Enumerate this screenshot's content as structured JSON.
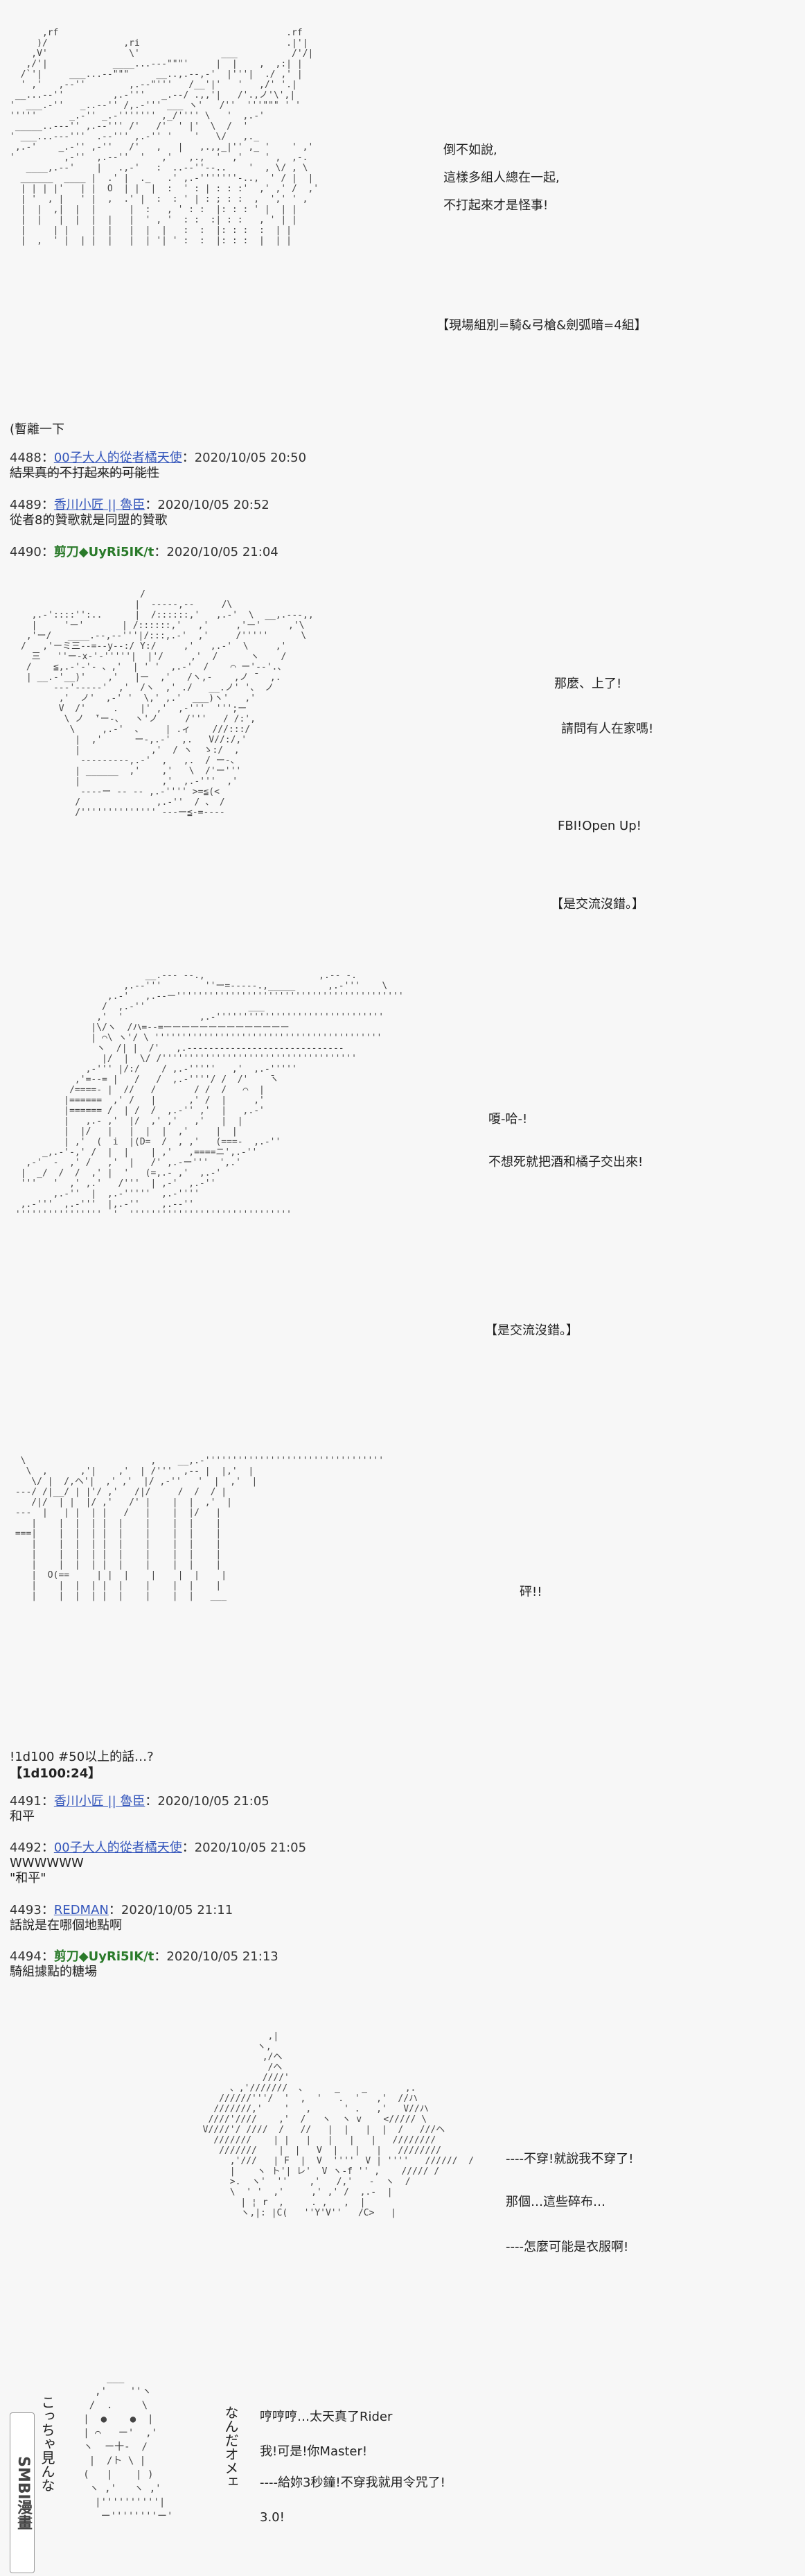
{
  "scene1": {
    "aa": "      ,rf                                          .rf\n     )/              ,ri                           .|'|  \n    ,V'               \\'               ___          /'/|  \n   ,/'|            ____...---\"\"\"'     |  |    ,  ,:| |\n  /`'|     ___...--\"\"\"     __..,.--,-'  |'''|  ./ ,' |  \n  ' ,'   ,--''        ,.--\"'''   /__'|'   '   ,/' '.|  \n __...--''         ,.-'''   _.--/ .,,'|   /'.,ノ'\\',|  \n'  ___.-''   _..--'' /,.-''' ___ ヽ'   /''  '''\"\"\" ' '\n'''''      _.-'' _.-''''''' ,_/'''' \\   '  ,.-'\n _____..---'' ,.--''' /'   /'  ' |'  \\  /  '\n' ___...---'''  .--''' ,.-'' '    '   \\/   ,._\n ,.-'    _.-'' ,-''   /'   ,   |   ,.,,_|'' ,_ '    ' ,'\n'         ,-''  ,.--''  '   ,'   ,.,  '  ,'    ' ,  ,-.\n   ____,.--'    |   .,-'   :  ..--''--..    '  , \\/ , \\  \n  ______  ____ |  .' |  ._   .' ,.-'''''''-..,  ' / |  |\n  | | | |'   | |  O  | |  |  :  ' : | : : :'  ,' ,' /  ,'\n  | '  , |   ' |  ,  .' |  :  : ' | : ; : :  ,  ',' ' ,  \n  |  |  ,|  |  |      |  :   , ' : :  |: : : ' |  | |  \n  |  |   |  |  |  |   |  ' , '  : :  :| : :   , ' | |\n  |     | |    |  |   |  |  |   :  :  |: : :  :  | |\n  |  ,  ' |  | |  |   |  | '| ' :  :  |: : :  |  | |",
    "lines": [
      "倒不如說,",
      "這樣多組人總在一起,",
      "不打起來才是怪事!"
    ],
    "tag": "【現場組別=騎&弓槍&劍弧暗=4組】"
  },
  "note1": "(暫離一下",
  "posts": [
    {
      "num": "4488",
      "name": "00子大人的從者橘天使",
      "kind": "blue",
      "date": "2020/10/05 20:50",
      "body": "結果真的不打起來的可能性",
      "strike": true
    },
    {
      "num": "4489",
      "name": "香川小匠 || 魯臣",
      "kind": "blue",
      "date": "2020/10/05 20:52",
      "body": "從者8的贊歌就是同盟的贊歌",
      "strike": false
    },
    {
      "num": "4490",
      "name": "剪刀◆UyRi5IK/t",
      "kind": "green",
      "date": "2020/10/05 21:04",
      "body": "",
      "strike": false
    }
  ],
  "scene2": {
    "aa": "                      /\n                     |  -----,--     /\\\n  ,.-'::::'':..      |  /::::::,'   ,.-'  \\  __,.---,,\n  |     'ー'       | /::::::,'   ,'     ,'ー'     ,'\\\n ,'ー/   ____.--,--'''|/:::,.-'  ,'     /'''''      \\  \n/   ,'ーミ三--=--y--:/ Y:/     ,'   ,.-'  \\     ,'\n  三   ''ー-x-'-'''''|  |'/     ,'  /      ヽ    /\n /    ≦,.-'-'- 、,'  | ' '  ,.-'  /    ⌒ ー'--'.、\n | __.-'__)'    ,'   |ー  ,'   /ヽ,-    ,ノ ̄   ,.\n      ---'-----'  ,'  /ヽ  ,' ./   __.ノ' '、 ノ\n       ,'  ノ'  ,-' '  \\,' ,.'  ___)ヽ'   ,'\n       V  /'     .    |' ,'  ,-'''  ''';ー\n        \\ ノ  ̄'ー-、  ヽ'ノ     /'''   / /:',\n         \\     ,.-'  、    | .ィ    ///:::/\n          |  ,'      ー-,.-'  ,.   V//:/,'\n          |             ,'  / ヽ  ゝ:/  ,\n           ---------,.-'  ,   ,.  / ー-、\n          | ______  ,'    ,'   \\  /'ー'''\n          |               ,'  ,.-'''  ,'\n           ----ー -- -- ,.-'''' >=≦(<\n          /              ,.-''  / 、 /\n          /'''''''''''''' ---ー≦-=----",
    "lines": [
      "那麼、上了!",
      "請問有人在家嗎!",
      "",
      "FBI!Open Up!"
    ],
    "tag": "【是交流沒錯。】"
  },
  "scene3": {
    "aa": "                         __.--- --.,                     ,.-- -.\n                     ,.--'''        ''ー=-----.,_____      ,.-'''    \\\n                  ,.-'   ,.--ー''''''''''''''''''''''''''''''''''''''''''\n                 /  ,.-''                   ___           \n                ,'  '              ,.-'''''''''''''''''''''''''''''''\n               |\\/ヽ  /ハ=--=ーーーーーーーーーーーーーー\n               | ⌒\\ ヽ'/ \\ ''''''''''''''''''''''''''''''''''''''''''\n                ヽ  /| |  /'   ,.-----------------------------\n                 |/  |  \\/ /''''''''''''''''''''''''''''''''''''\n              ,-''' |/:/    / ,.-'''''   ,'  ,.-'''''\n            ,'=--= |   /   /  ,.-''''/ /  /'    ̄ヽ\n           /====- |  //   /       / /  /   ⌒  |\n          |======  ,' /   |      ,' /  |     ,'\n          |====== /  | /  /  ,.-'' ,'  |   ,.-'\n          |   ,.- ,'  |/  ,' ,'   ,'   |  |\n          |  |/   |   |  |  |  ,'     |  |\n          | ,'  (  i  |(D=  /  , ,'   (===-  ,.-''\n      _,.-'-,' /  |  |    | ,'   ,====ニ',.-''\n   ,-'  -  ,' /   ,'  |   /' ,.-ー'''  ',.'\n  |  _/  /  /  ,' |  '   (=,.- ,'  ,.-'\n  '''   '  ,' ,.'   /'''  | ,-'  ,.-''\n        ,.-''  |  ,.-'''''  ,.-''''\n  ,.-'''  ,.-'''  |,.-''    ,.--''\n ''''''''''''''''  '  ''''''''''''''''''''''''''''''",
    "lines": [
      "嗄-哈-!",
      "不想死就把酒和橘子交出來!"
    ],
    "tag": "【是交流沒錯。】"
  },
  "scene4": {
    "aa": "  \\                       ,    __,.-'''''''''''''''''''''''''''''''''\n   \\  ,      ,'|    ,'  | /'''  ,-- |  |,'  |\n    \\/ |  /,ヘ'|  ,' ,'  |/ ,-''   '  |  ,'  |\n ---/ /|__/ | |'/ ,'   /|/     /  /  / |\n    /|/  | |  |/ ,'   /' |    |  |  ,'  |\n ---  |   | |  | |   /   |    |  |/   |\n    |    |  |  | |  |    |    |  |    |\n ===|    |  |  | |  |    |    |  |    |\n    |    |  |  | |  |    |    |  |    |\n    |    |  |  | |  |    |    |  |    |\n    |    |  |  | |  |    |    |  |    |\n    |  O(==     | |  |    |    |  |    |\n    |    |  |  | |  |    |    |  |    |\n    |    |  |  | |  |    |    |  |   ___",
    "line": "砰!!"
  },
  "dice": {
    "q": "!1d100 #50以上的話…?",
    "r": "【1d100:24】"
  },
  "posts2": [
    {
      "num": "4491",
      "name": "香川小匠 || 魯臣",
      "kind": "blue",
      "date": "2020/10/05 21:05",
      "body": "和平"
    },
    {
      "num": "4492",
      "name": "00子大人的從者橘天使",
      "kind": "blue",
      "date": "2020/10/05 21:05",
      "body": "WWWWWW\n\"和平\""
    },
    {
      "num": "4493",
      "name": "REDMAN",
      "kind": "blue",
      "date": "2020/10/05 21:11",
      "body": "話說是在哪個地點啊"
    },
    {
      "num": "4494",
      "name": "剪刀◆UyRi5IK/t",
      "kind": "green",
      "date": "2020/10/05 21:13",
      "body": "騎組據點的糖場"
    }
  ],
  "scene5": {
    "aa": "                    ,|\n                  ヽ,\n                   ,/ヘ\n                    /ヘ\n                   ////'\n             、,'///////  、     _    _       ,.\n           //////'''/  '  ,  '   .  '   ,'  //ハ\n          ///////,'    '   ,      ' .   ,'   V//ハ\n         ////'////    ,'  /   ヽ  ヽ v    <///// \\\n        V////'/ ////  /   //   |  |   |  |  /   ///ヘ\n          ///////    | |   |   |   |   |   ////////\n           ///////    |  |   V  |   |   |   ////////\n             ,'///   | F  |  V  ''''  V | ''''   //////  /\n             |    ヽ ト'| レ'  V ヽ-f '' ,    ///// /\n             >.  ヽ'  ''    ,'   /,'   -  ヽ  /\n             \\  ' '  ,'     ,' ,' /  ,.-  |\n               | ¦ r  ,     . ,   ,  |\n               ヽ,|: |C(   ''Y'V''   /C>   |",
    "lines": [
      "----不穿!就說我不穿了!",
      "那個…這些碎布…",
      "----怎麼可能是衣服啊!"
    ]
  },
  "scene6": {
    "aa": "       ___\n     ,'    ''ヽ\n    /  .     \\\n   |  ●    ●  |\n   | ⌒   ー'  ,'\n   ヽ  ー十-  /\n    |  /ト \\ |\n   (   |    | )\n    ヽ ,'   ヽ ,'\n     |''''''''''|\n      ー''''''''ー'",
    "vert_left": "こっちゃ見んな",
    "vert_right": "なんだオメェ",
    "lines": [
      "哼哼哼…太天真了Rider",
      "我!可是!你Master!",
      "----給妳3秒鐘!不穿我就用令咒了!",
      "3.0!"
    ],
    "watermark": "SMBI漫畫"
  }
}
